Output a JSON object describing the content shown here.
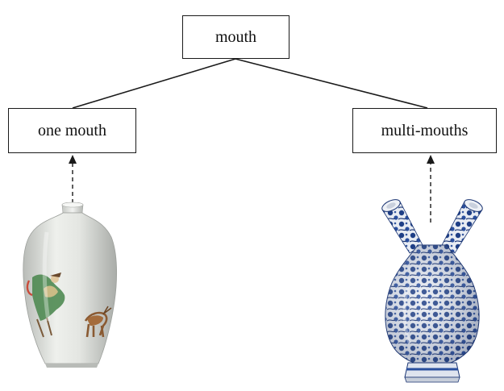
{
  "diagram": {
    "root": {
      "label": "mouth"
    },
    "children": [
      {
        "label": "one mouth",
        "illustration": "meiping-vase-single-mouth"
      },
      {
        "label": "multi-mouths",
        "illustration": "blue-white-vase-twin-spouts"
      }
    ]
  },
  "colors": {
    "line": "#1a1a1a",
    "porcelain_white": "#e6e8e4",
    "cobalt_blue": "#1f3f86"
  }
}
